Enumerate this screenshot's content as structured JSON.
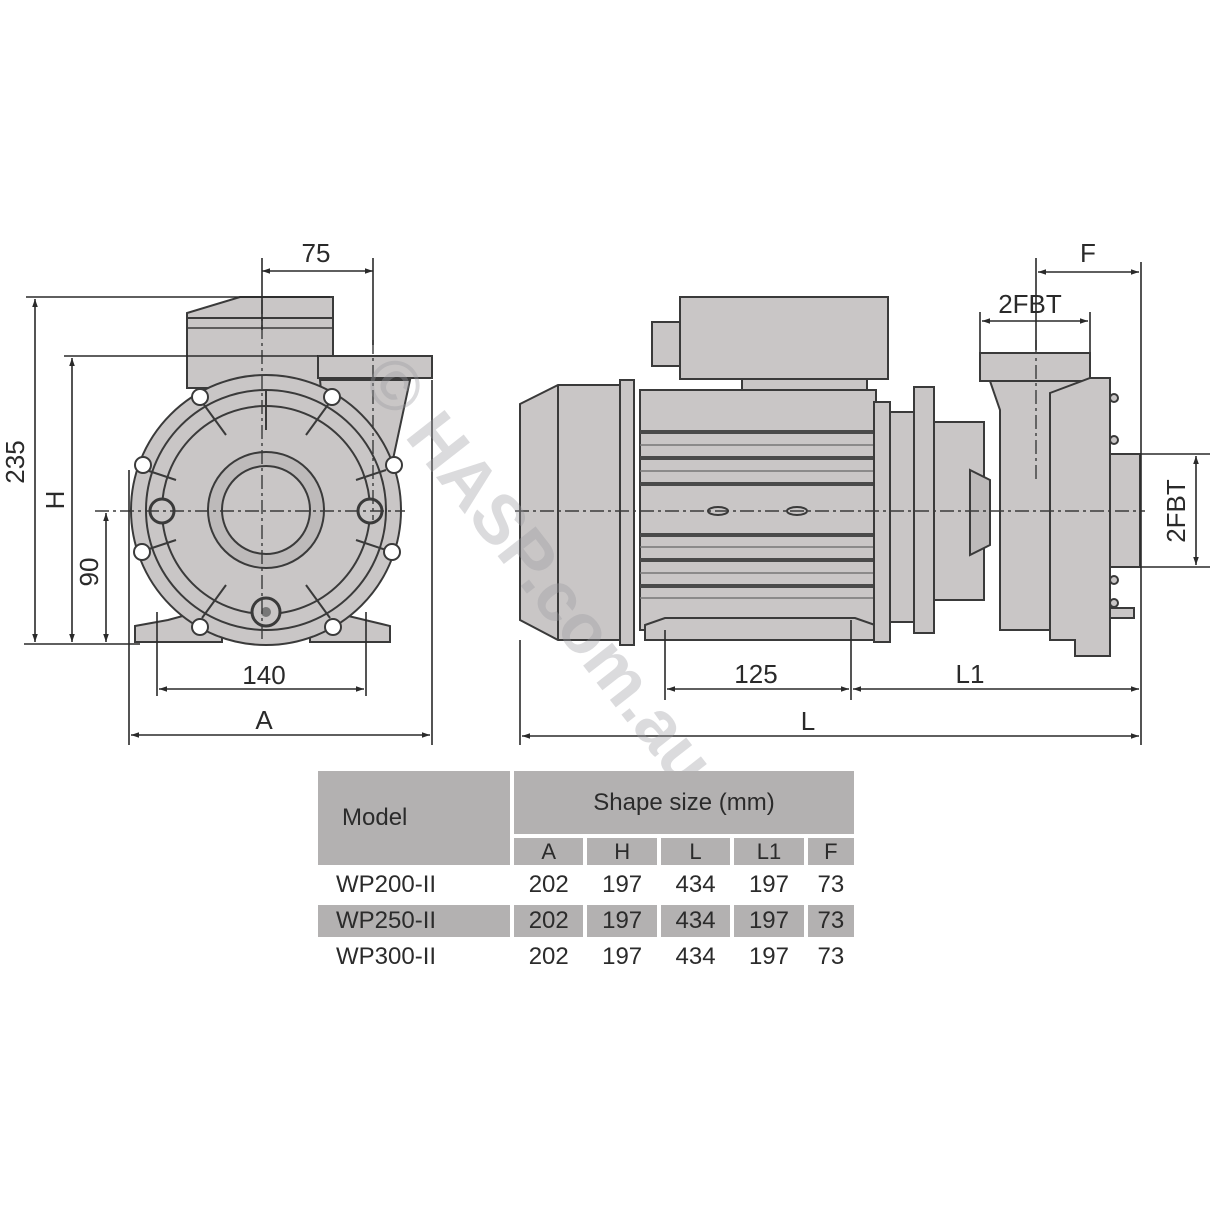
{
  "drawing": {
    "front_view": {
      "dimensions": {
        "top_offset": "75",
        "overall_height": "235",
        "height_label": "H",
        "shaft_height": "90",
        "foot_width": "140",
        "width_label": "A"
      }
    },
    "side_view": {
      "dimensions": {
        "flange_top_offset": "F",
        "inlet_label": "2FBT",
        "outlet_label": "2FBT",
        "foot_length": "125",
        "length_label_1": "L1",
        "length_label": "L"
      }
    },
    "watermark": "© HASP.com.au",
    "colors": {
      "body_fill": "#c9c6c6",
      "line": "#3a3a3a",
      "table_header": "#b3b1b1"
    }
  },
  "table": {
    "model_header": "Model",
    "group_header": "Shape size (mm)",
    "columns": [
      "A",
      "H",
      "L",
      "L1",
      "F"
    ],
    "rows": [
      {
        "model": "WP200-II",
        "values": [
          "202",
          "197",
          "434",
          "197",
          "73"
        ],
        "shaded": false
      },
      {
        "model": "WP250-II",
        "values": [
          "202",
          "197",
          "434",
          "197",
          "73"
        ],
        "shaded": true
      },
      {
        "model": "WP300-II",
        "values": [
          "202",
          "197",
          "434",
          "197",
          "73"
        ],
        "shaded": false
      }
    ]
  }
}
